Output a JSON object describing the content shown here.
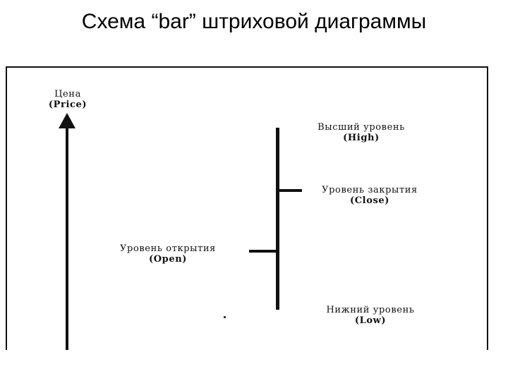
{
  "slide": {
    "title": "Схема “bar” штриховой диаграммы"
  },
  "diagram": {
    "price_label": {
      "ru": "Цена",
      "en": "(Price)"
    },
    "high_label": {
      "ru": "Высший уровень",
      "en": "(High)"
    },
    "close_label": {
      "ru": "Уровень закрытия",
      "en": "(Close)"
    },
    "open_label": {
      "ru": "Уровень открытия",
      "en": "(Open)"
    },
    "low_label": {
      "ru": "Нижний уровень",
      "en": "(Low)"
    }
  }
}
